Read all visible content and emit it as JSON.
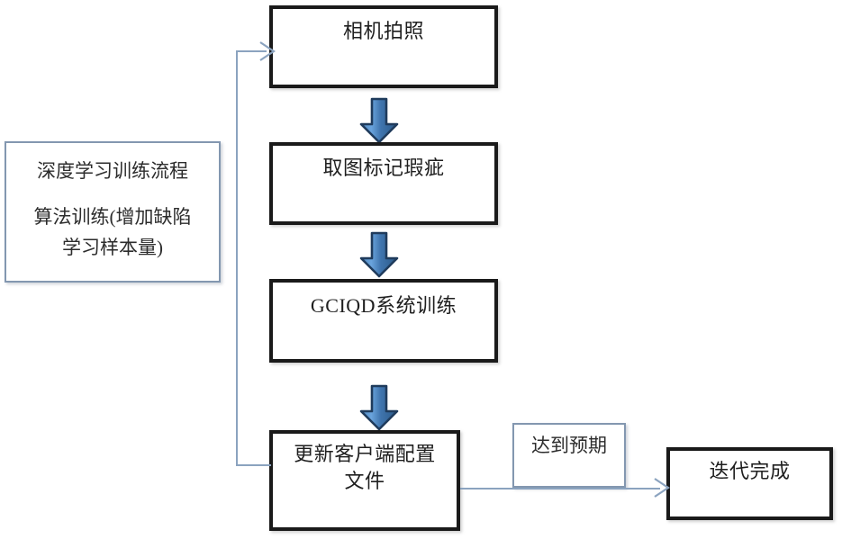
{
  "diagram": {
    "title_note": {
      "line1": "深度学习训练流程",
      "line2": "算法训练(增加缺陷",
      "line3": "学习样本量)",
      "border_color": "#8397b0"
    },
    "nodes": [
      {
        "id": "camera",
        "label": "相机拍照",
        "shape": "rect",
        "border": "thick-black"
      },
      {
        "id": "mark",
        "label": "取图标记瑕疵",
        "shape": "rect",
        "border": "thick-black"
      },
      {
        "id": "train",
        "label": "GCIQD系统训练",
        "shape": "rect",
        "border": "thick-black"
      },
      {
        "id": "update",
        "label": "更新客户端配置\n文件",
        "shape": "rect",
        "border": "thick-black"
      },
      {
        "id": "expect",
        "label": "达到预期",
        "shape": "rect",
        "border": "thin-blue"
      },
      {
        "id": "done",
        "label": "迭代完成",
        "shape": "rect",
        "border": "thick-black"
      }
    ],
    "edges": [
      {
        "from": "camera",
        "to": "mark",
        "style": "block-arrow-down"
      },
      {
        "from": "mark",
        "to": "train",
        "style": "block-arrow-down"
      },
      {
        "from": "train",
        "to": "update",
        "style": "block-arrow-down"
      },
      {
        "from": "update",
        "to": "done",
        "style": "thin-line-arrow",
        "label": "达到预期"
      },
      {
        "from": "update",
        "to": "camera",
        "style": "thin-line-arrow-feedback",
        "label": ""
      }
    ],
    "colors": {
      "arrow_fill_light": "#5b9bd5",
      "arrow_fill_dark": "#2e5f8a",
      "arrow_outline": "#1f3b5c",
      "connector": "#8ba3bf",
      "node_border": "#1a1a1a",
      "note_border": "#8397b0",
      "text": "#1f1f1f",
      "background": "#ffffff"
    }
  }
}
